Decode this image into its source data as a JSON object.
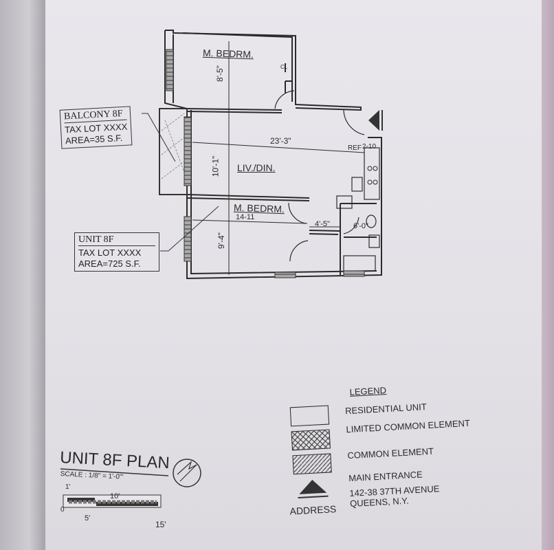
{
  "plan": {
    "rooms": {
      "bedroom_top": "M. BEDRM.",
      "closet": "CL",
      "living": "LIV./DIN.",
      "bedroom_bottom": "M. BEDRM.",
      "ref": "REF"
    },
    "dimensions": {
      "bedroom_top_depth": "8'-5\"",
      "living_length": "23'-3\"",
      "ref_width": "2-10",
      "living_depth": "10'-1\"",
      "bedroom_bottom_width": "14-11",
      "bedroom_bottom_depth": "9'-4\"",
      "hall_width": "4'-5\"",
      "bath_width": "6'-0\""
    }
  },
  "balcony_label": {
    "title": "BALCONY 8F",
    "tax_lot": "TAX LOT XXXX",
    "area": "AREA=35 S.F."
  },
  "unit_label": {
    "title": "UNIT 8F",
    "tax_lot": "TAX LOT XXXX",
    "area": "AREA=725 S.F."
  },
  "title_block": {
    "title": "UNIT 8F PLAN",
    "scale": "SCALE : 1/8\" = 1'-0\"'",
    "scale_ticks": [
      "1'",
      "10'",
      "0",
      "5'",
      "15'"
    ]
  },
  "legend": {
    "heading": "LEGEND",
    "items": [
      {
        "label": "RESIDENTIAL UNIT",
        "pattern": "blank"
      },
      {
        "label": "LIMITED COMMON ELEMENT",
        "pattern": "crosshatch"
      },
      {
        "label": "COMMON ELEMENT",
        "pattern": "diagonal-hatch"
      },
      {
        "label": "MAIN ENTRANCE",
        "pattern": "triangle"
      }
    ],
    "address_label": "ADDRESS",
    "address_line1": "142-38 37TH AVENUE",
    "address_line2": "QUEENS, N.Y."
  }
}
